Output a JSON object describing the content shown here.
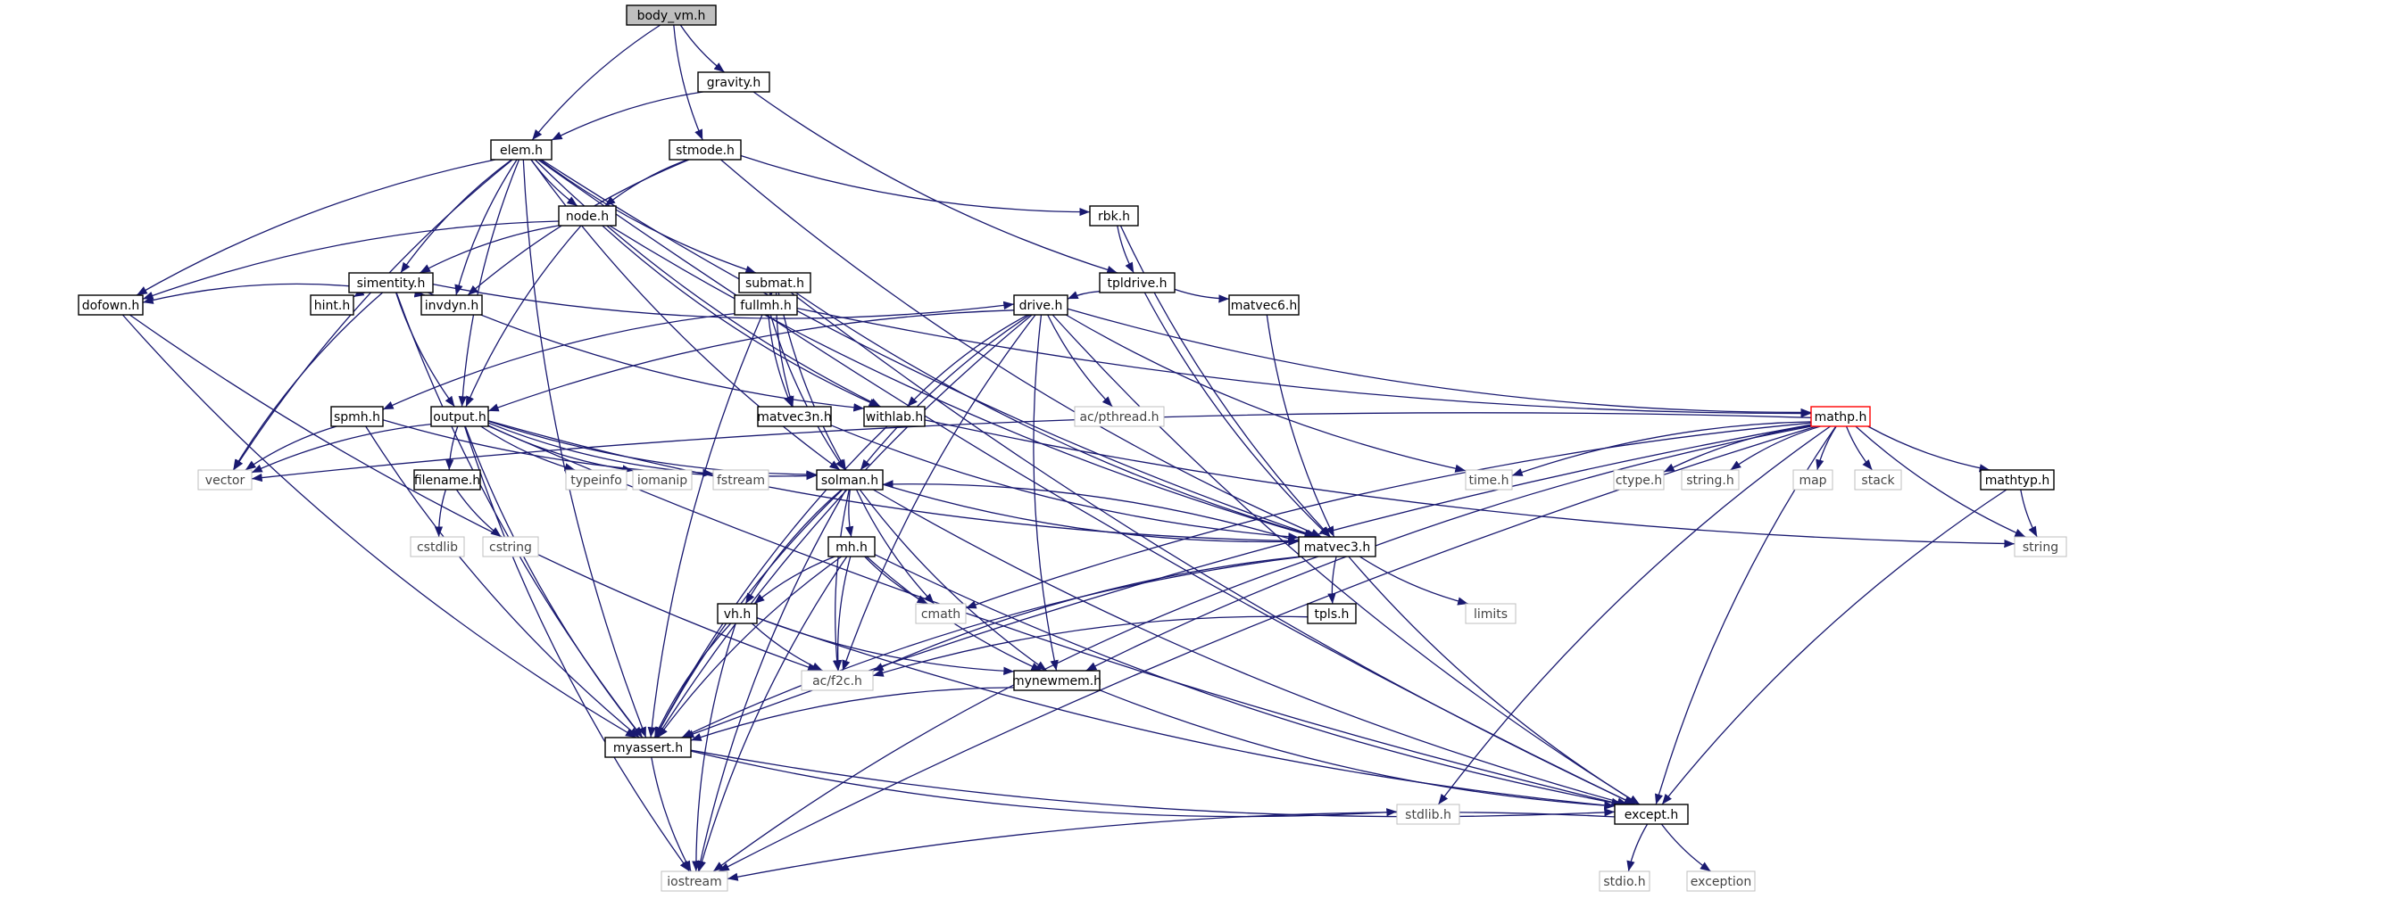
{
  "colors": {
    "edge": "#191970",
    "node_border": "#000000",
    "node_fill": "#ffffff",
    "root_fill": "#bfbfbf",
    "external_border": "#bfbfbf",
    "external_text": "#444444",
    "truncated_border": "#ff0000"
  },
  "nodes": {
    "body_vm": {
      "label": "body_vm.h"
    },
    "gravity": {
      "label": "gravity.h"
    },
    "elem": {
      "label": "elem.h"
    },
    "stmode": {
      "label": "stmode.h"
    },
    "node": {
      "label": "node.h"
    },
    "rbk": {
      "label": "rbk.h"
    },
    "simentity": {
      "label": "simentity.h"
    },
    "submat": {
      "label": "submat.h"
    },
    "tpldrive": {
      "label": "tpldrive.h"
    },
    "dofown": {
      "label": "dofown.h"
    },
    "hint": {
      "label": "hint.h"
    },
    "invdyn": {
      "label": "invdyn.h"
    },
    "fullmh": {
      "label": "fullmh.h"
    },
    "drive": {
      "label": "drive.h"
    },
    "matvec6": {
      "label": "matvec6.h"
    },
    "spmh": {
      "label": "spmh.h"
    },
    "output": {
      "label": "output.h"
    },
    "matvec3n": {
      "label": "matvec3n.h"
    },
    "withlab": {
      "label": "withlab.h"
    },
    "pthread": {
      "label": "ac/pthread.h"
    },
    "mathp": {
      "label": "mathp.h"
    },
    "vector": {
      "label": "vector"
    },
    "filename": {
      "label": "filename.h"
    },
    "typeinfo": {
      "label": "typeinfo"
    },
    "iomanip": {
      "label": "iomanip"
    },
    "fstream": {
      "label": "fstream"
    },
    "solman": {
      "label": "solman.h"
    },
    "time": {
      "label": "time.h"
    },
    "ctype": {
      "label": "ctype.h"
    },
    "stringh": {
      "label": "string.h"
    },
    "map": {
      "label": "map"
    },
    "stack": {
      "label": "stack"
    },
    "mathtyp": {
      "label": "mathtyp.h"
    },
    "cstdlib": {
      "label": "cstdlib"
    },
    "cstring": {
      "label": "cstring"
    },
    "mh": {
      "label": "mh.h"
    },
    "matvec3": {
      "label": "matvec3.h"
    },
    "string": {
      "label": "string"
    },
    "cmath": {
      "label": "cmath"
    },
    "limits": {
      "label": "limits"
    },
    "vh": {
      "label": "vh.h"
    },
    "tpls": {
      "label": "tpls.h"
    },
    "f2c": {
      "label": "ac/f2c.h"
    },
    "mynewmem": {
      "label": "mynewmem.h"
    },
    "myassert": {
      "label": "myassert.h"
    },
    "stdlib": {
      "label": "stdlib.h"
    },
    "except": {
      "label": "except.h"
    },
    "iostream": {
      "label": "iostream"
    },
    "stdio": {
      "label": "stdio.h"
    },
    "exception": {
      "label": "exception"
    }
  },
  "edges": [
    [
      "body_vm",
      "gravity"
    ],
    [
      "body_vm",
      "elem"
    ],
    [
      "body_vm",
      "stmode"
    ],
    [
      "gravity",
      "elem"
    ],
    [
      "gravity",
      "tpldrive"
    ],
    [
      "elem",
      "node"
    ],
    [
      "elem",
      "simentity"
    ],
    [
      "elem",
      "submat"
    ],
    [
      "elem",
      "dofown"
    ],
    [
      "elem",
      "invdyn"
    ],
    [
      "elem",
      "output"
    ],
    [
      "elem",
      "withlab"
    ],
    [
      "elem",
      "vector"
    ],
    [
      "elem",
      "solman"
    ],
    [
      "elem",
      "matvec3"
    ],
    [
      "elem",
      "myassert"
    ],
    [
      "elem",
      "except"
    ],
    [
      "stmode",
      "node"
    ],
    [
      "stmode",
      "rbk"
    ],
    [
      "stmode",
      "invdyn"
    ],
    [
      "stmode",
      "matvec3"
    ],
    [
      "node",
      "simentity"
    ],
    [
      "node",
      "dofown"
    ],
    [
      "node",
      "output"
    ],
    [
      "node",
      "withlab"
    ],
    [
      "node",
      "matvec3"
    ],
    [
      "rbk",
      "tpldrive"
    ],
    [
      "rbk",
      "matvec3"
    ],
    [
      "simentity",
      "dofown"
    ],
    [
      "simentity",
      "hint"
    ],
    [
      "simentity",
      "invdyn"
    ],
    [
      "simentity",
      "output"
    ],
    [
      "simentity",
      "drive"
    ],
    [
      "simentity",
      "withlab"
    ],
    [
      "simentity",
      "vector"
    ],
    [
      "simentity",
      "myassert"
    ],
    [
      "submat",
      "fullmh"
    ],
    [
      "submat",
      "matvec3n"
    ],
    [
      "submat",
      "solman"
    ],
    [
      "submat",
      "matvec3"
    ],
    [
      "submat",
      "myassert"
    ],
    [
      "submat",
      "except"
    ],
    [
      "tpldrive",
      "drive"
    ],
    [
      "tpldrive",
      "matvec6"
    ],
    [
      "tpldrive",
      "matvec3"
    ],
    [
      "dofown",
      "myassert"
    ],
    [
      "dofown",
      "f2c"
    ],
    [
      "fullmh",
      "spmh"
    ],
    [
      "fullmh",
      "matvec3n"
    ],
    [
      "fullmh",
      "solman"
    ],
    [
      "fullmh",
      "mathp"
    ],
    [
      "drive",
      "output"
    ],
    [
      "drive",
      "withlab"
    ],
    [
      "drive",
      "pthread"
    ],
    [
      "drive",
      "mathp"
    ],
    [
      "drive",
      "solman"
    ],
    [
      "drive",
      "time"
    ],
    [
      "drive",
      "myassert"
    ],
    [
      "drive",
      "except"
    ],
    [
      "drive",
      "f2c"
    ],
    [
      "drive",
      "mynewmem"
    ],
    [
      "matvec6",
      "matvec3"
    ],
    [
      "spmh",
      "vector"
    ],
    [
      "spmh",
      "myassert"
    ],
    [
      "spmh",
      "solman"
    ],
    [
      "output",
      "vector"
    ],
    [
      "output",
      "filename"
    ],
    [
      "output",
      "typeinfo"
    ],
    [
      "output",
      "iomanip"
    ],
    [
      "output",
      "fstream"
    ],
    [
      "output",
      "solman"
    ],
    [
      "output",
      "matvec3"
    ],
    [
      "output",
      "iostream"
    ],
    [
      "output",
      "myassert"
    ],
    [
      "output",
      "except"
    ],
    [
      "matvec3n",
      "matvec3"
    ],
    [
      "withlab",
      "string"
    ],
    [
      "withlab",
      "myassert"
    ],
    [
      "mathp",
      "vector"
    ],
    [
      "mathp",
      "time"
    ],
    [
      "mathp",
      "ctype"
    ],
    [
      "mathp",
      "stringh"
    ],
    [
      "mathp",
      "map"
    ],
    [
      "mathp",
      "stack"
    ],
    [
      "mathp",
      "mathtyp"
    ],
    [
      "mathp",
      "string"
    ],
    [
      "mathp",
      "cmath"
    ],
    [
      "mathp",
      "mynewmem"
    ],
    [
      "mathp",
      "myassert"
    ],
    [
      "mathp",
      "stdlib"
    ],
    [
      "mathp",
      "except"
    ],
    [
      "mathp",
      "iostream"
    ],
    [
      "filename",
      "cstdlib"
    ],
    [
      "filename",
      "cstring"
    ],
    [
      "solman",
      "mh"
    ],
    [
      "solman",
      "vh"
    ],
    [
      "solman",
      "cmath"
    ],
    [
      "solman",
      "f2c"
    ],
    [
      "solman",
      "mynewmem"
    ],
    [
      "solman",
      "matvec3"
    ],
    [
      "solman",
      "myassert"
    ],
    [
      "solman",
      "except"
    ],
    [
      "solman",
      "iostream"
    ],
    [
      "mathtyp",
      "string"
    ],
    [
      "mathtyp",
      "except"
    ],
    [
      "mh",
      "vh"
    ],
    [
      "mh",
      "cmath"
    ],
    [
      "mh",
      "f2c"
    ],
    [
      "mh",
      "mynewmem"
    ],
    [
      "mh",
      "myassert"
    ],
    [
      "mh",
      "except"
    ],
    [
      "mh",
      "iostream"
    ],
    [
      "matvec3",
      "tpls"
    ],
    [
      "matvec3",
      "limits"
    ],
    [
      "matvec3",
      "f2c"
    ],
    [
      "matvec3",
      "solman"
    ],
    [
      "matvec3",
      "myassert"
    ],
    [
      "matvec3",
      "except"
    ],
    [
      "matvec3",
      "iostream"
    ],
    [
      "vh",
      "f2c"
    ],
    [
      "vh",
      "mynewmem"
    ],
    [
      "vh",
      "myassert"
    ],
    [
      "vh",
      "except"
    ],
    [
      "vh",
      "iostream"
    ],
    [
      "tpls",
      "f2c"
    ],
    [
      "mynewmem",
      "myassert"
    ],
    [
      "mynewmem",
      "except"
    ],
    [
      "myassert",
      "stdlib"
    ],
    [
      "myassert",
      "except"
    ],
    [
      "myassert",
      "iostream"
    ],
    [
      "except",
      "stdio"
    ],
    [
      "except",
      "exception"
    ],
    [
      "except",
      "iostream"
    ]
  ]
}
